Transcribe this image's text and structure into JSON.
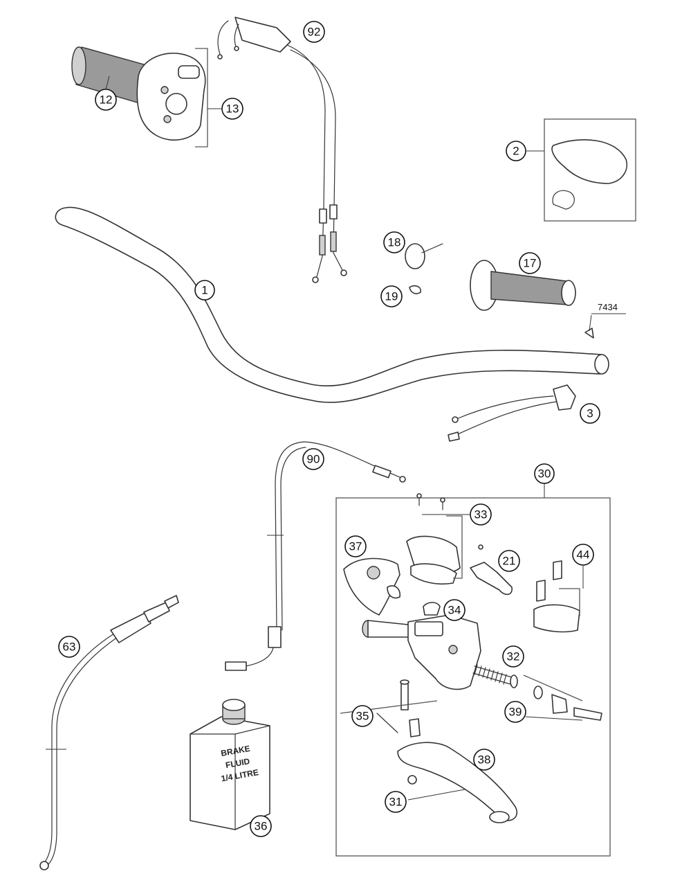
{
  "callouts": {
    "p1": "1",
    "p2": "2",
    "p3": "3",
    "p12": "12",
    "p13": "13",
    "p17": "17",
    "p18": "18",
    "p19": "19",
    "p21": "21",
    "p30": "30",
    "p31": "31",
    "p32": "32",
    "p33": "33",
    "p34": "34",
    "p35": "35",
    "p36": "36",
    "p37": "37",
    "p38": "38",
    "p39": "39",
    "p44": "44",
    "p63": "63",
    "p90": "90",
    "p92": "92"
  },
  "plain_labels": {
    "p7434": "7434"
  },
  "container_label": {
    "line1": "BRAKE",
    "line2": "FLUID",
    "line3": "1/4 LITRE"
  }
}
